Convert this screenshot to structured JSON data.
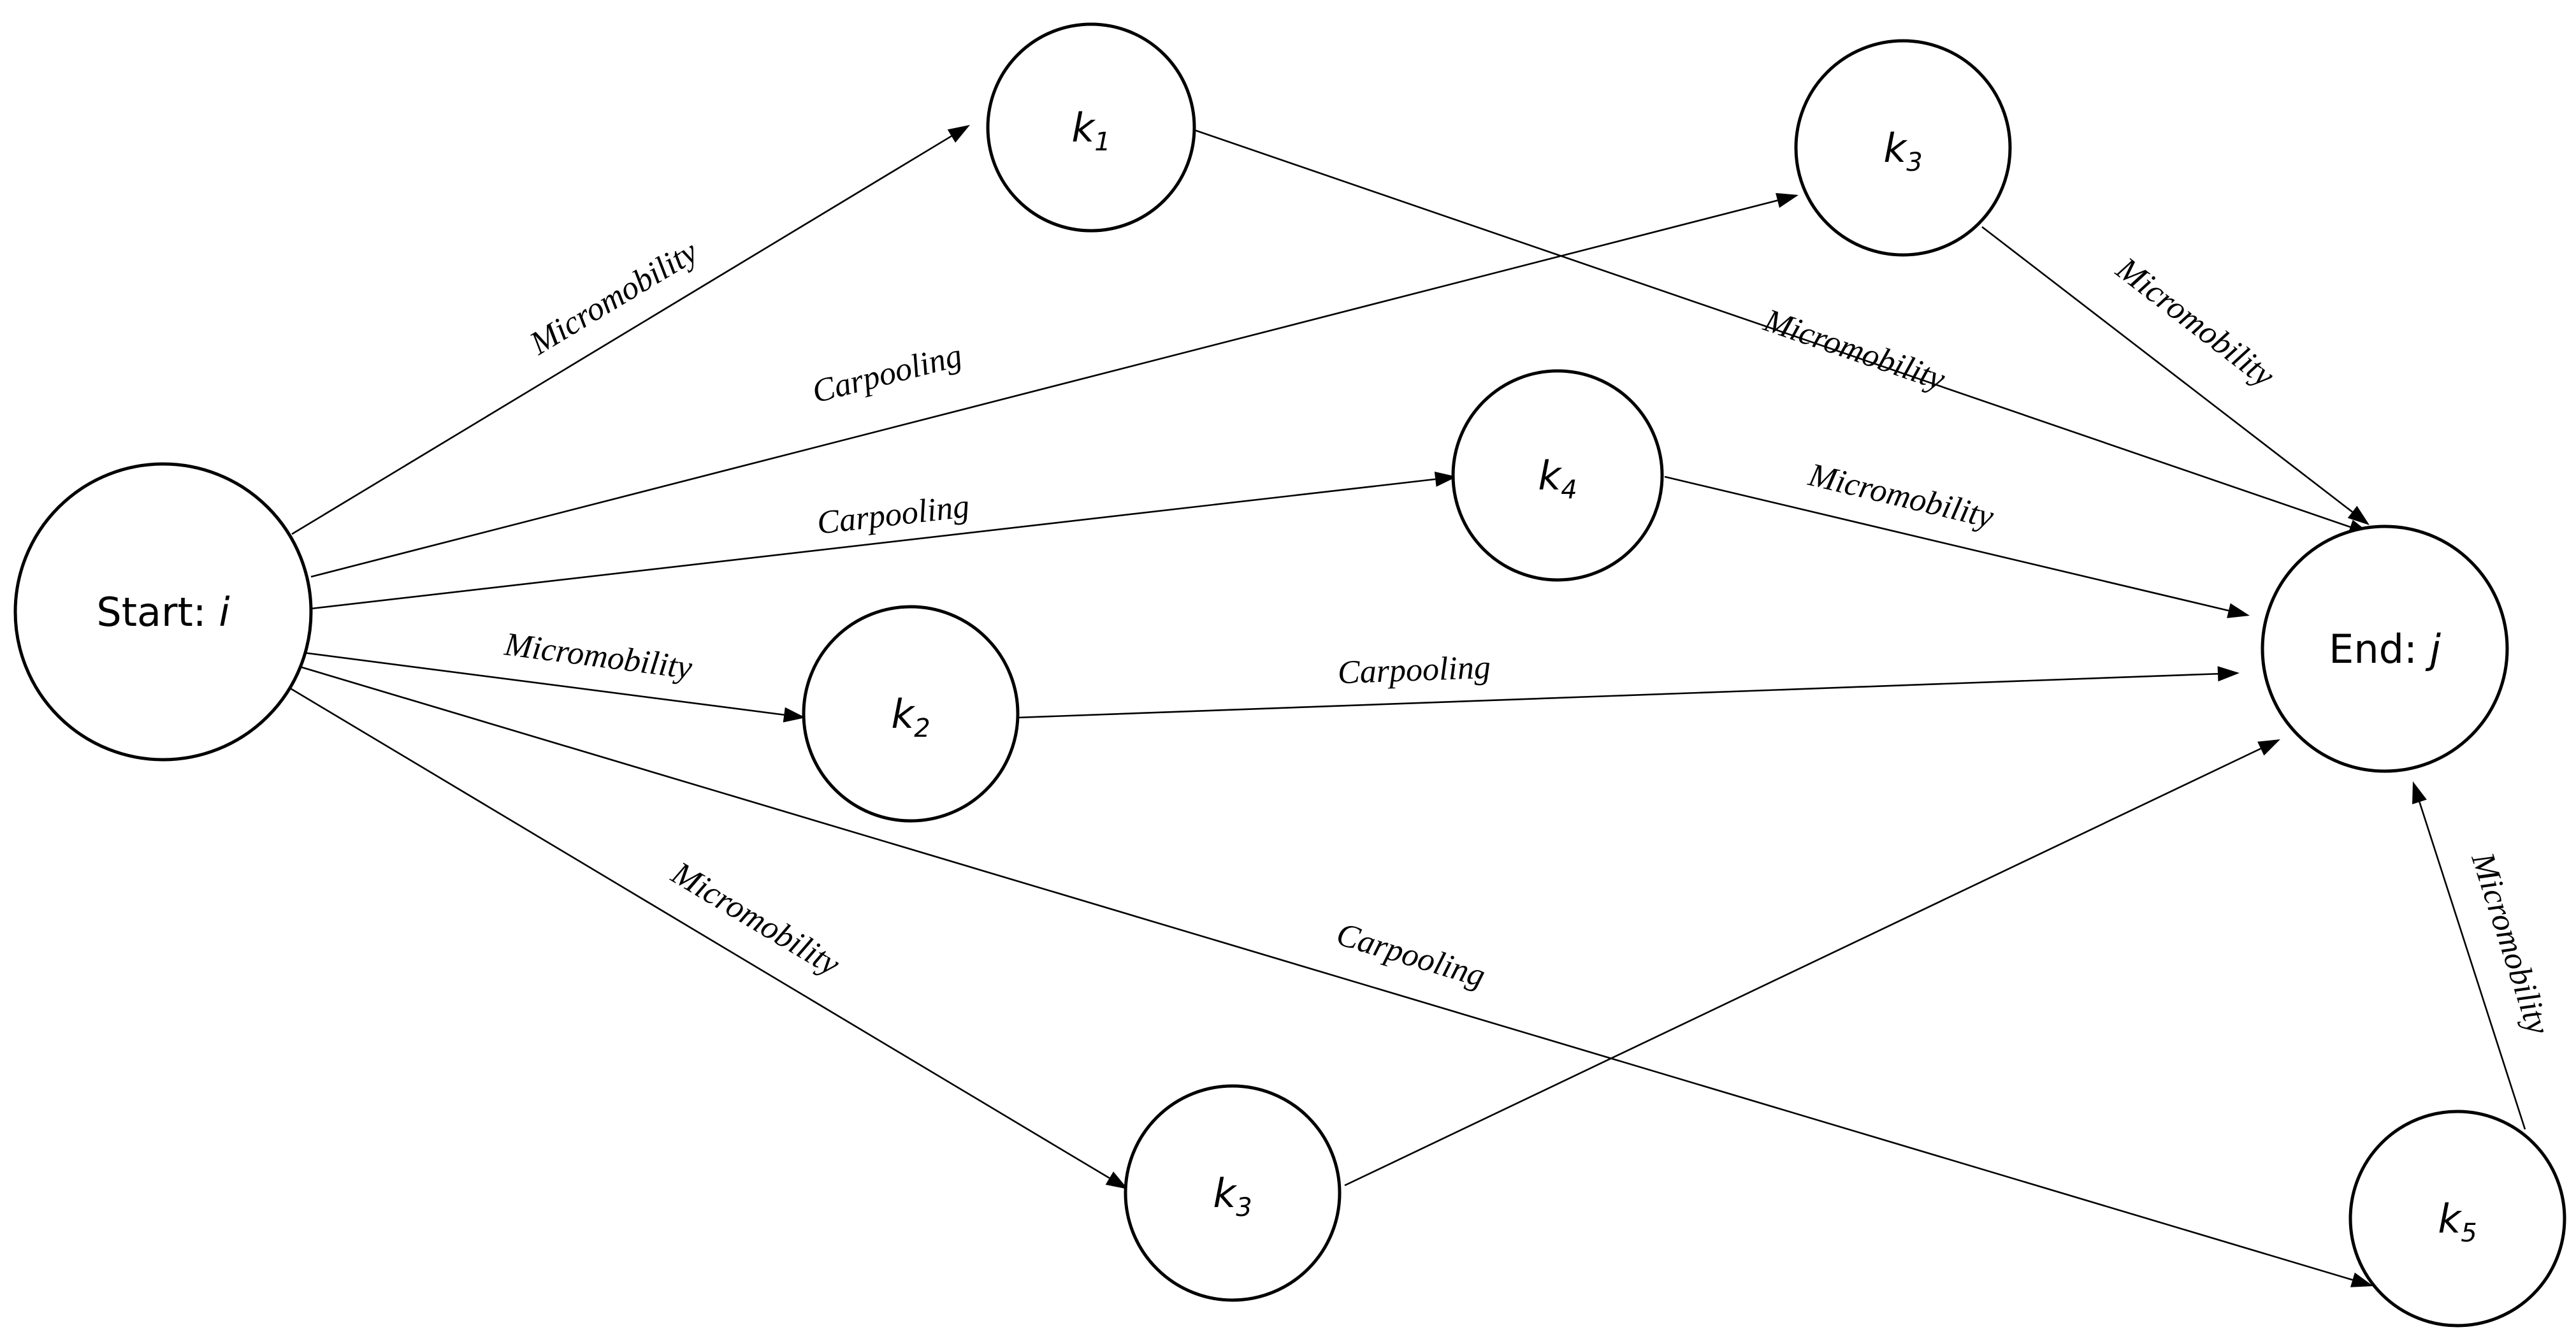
{
  "nodes": [
    {
      "id": "start",
      "text": "Start: ",
      "var": "i",
      "sub": ""
    },
    {
      "id": "end",
      "text": "End: ",
      "var": "j",
      "sub": ""
    },
    {
      "id": "k1",
      "text": "",
      "var": "k",
      "sub": "1"
    },
    {
      "id": "k3top",
      "text": "",
      "var": "k",
      "sub": "3"
    },
    {
      "id": "k4",
      "text": "",
      "var": "k",
      "sub": "4"
    },
    {
      "id": "k2",
      "text": "",
      "var": "k",
      "sub": "2"
    },
    {
      "id": "k3bottom",
      "text": "",
      "var": "k",
      "sub": "3"
    },
    {
      "id": "k5",
      "text": "",
      "var": "k",
      "sub": "5"
    }
  ],
  "edges": [
    {
      "id": "start-k1",
      "from": "start",
      "to": "k1",
      "label": "Micromobility"
    },
    {
      "id": "start-k3top",
      "from": "start",
      "to": "k3top",
      "label": "Carpooling"
    },
    {
      "id": "start-k4",
      "from": "start",
      "to": "k4",
      "label": "Carpooling"
    },
    {
      "id": "start-k2",
      "from": "start",
      "to": "k2",
      "label": "Micromobility"
    },
    {
      "id": "start-k3bottom",
      "from": "start",
      "to": "k3bottom",
      "label": "Micromobility"
    },
    {
      "id": "start-k5",
      "from": "start",
      "to": "k5",
      "label": "Carpooling"
    },
    {
      "id": "k1-end",
      "from": "k1",
      "to": "end",
      "label": "Micromobility"
    },
    {
      "id": "k3top-end",
      "from": "k3top",
      "to": "end",
      "label": "Micromobility"
    },
    {
      "id": "k4-end",
      "from": "k4",
      "to": "end",
      "label": "Micromobility"
    },
    {
      "id": "k2-end",
      "from": "k2",
      "to": "end",
      "label": "Carpooling"
    },
    {
      "id": "k3bottom-end",
      "from": "k3bottom",
      "to": "end",
      "label": ""
    },
    {
      "id": "k5-end",
      "from": "k5",
      "to": "end",
      "label": "Micromobility"
    }
  ]
}
